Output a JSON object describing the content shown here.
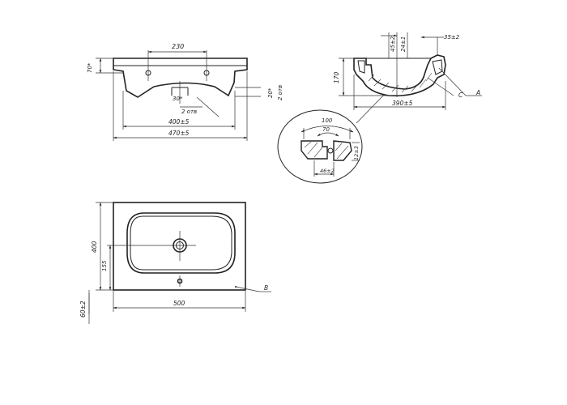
{
  "front_view": {
    "dim_holes_spacing": "230",
    "dim_height": "70*",
    "dim_angle": "30*",
    "dim_holes_count": "2 отв",
    "dim_holes_count_right": "2 отв",
    "dim_right_small": "20*",
    "dim_inner_width": "400±5",
    "dim_outer_width": "470±5"
  },
  "side_view": {
    "dim_a": "45±2",
    "dim_b": "24±1",
    "dim_c": "35±2",
    "dim_height": "170",
    "dim_depth": "390±5",
    "label_c": "C",
    "label_a": "A"
  },
  "detail": {
    "dim_outer": "100",
    "dim_inner": "70",
    "dim_depth": "12±3",
    "dim_width": "46±2"
  },
  "top_view": {
    "dim_depth": "400",
    "dim_drain": "155",
    "dim_width": "500",
    "dim_thickness": "60±2",
    "label_b": "B"
  }
}
